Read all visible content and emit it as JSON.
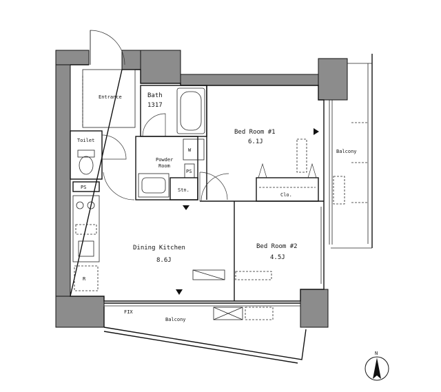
{
  "rooms": {
    "entrance": "Entrance",
    "bath_name": "Bath",
    "bath_size": "1317",
    "toilet": "Toilet",
    "powder_line1": "Powder",
    "powder_line2": "Room",
    "ps_left": "PS",
    "ps_mid": "PS",
    "storage": "Stn.",
    "wm": "W",
    "bed1_name": "Bed Room #1",
    "bed1_size": "6.1J",
    "closet": "Clo.",
    "balcony_right": "Balcony",
    "dining_name": "Dining Kitchen",
    "dining_size": "8.6J",
    "bed2_name": "Bed Room #2",
    "bed2_size": "4.5J",
    "fix_label": "FIX",
    "balcony_bottom": "Balcony",
    "fridge": "R"
  },
  "compass": {
    "north": "N"
  }
}
